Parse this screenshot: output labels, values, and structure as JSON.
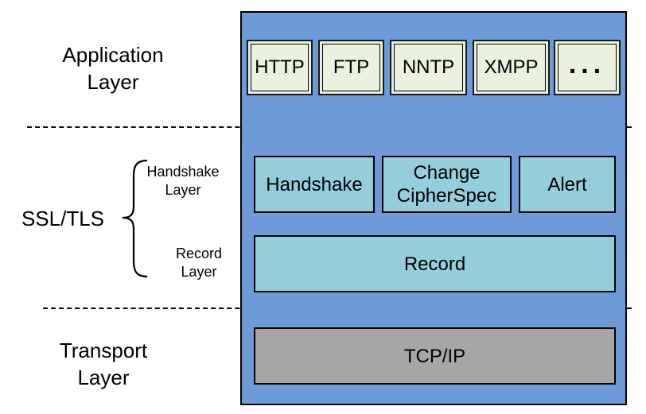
{
  "labels": {
    "application_layer": "Application\nLayer",
    "ssl_tls": "SSL/TLS",
    "handshake_layer": "Handshake\nLayer",
    "record_layer": "Record\nLayer",
    "transport_layer": "Transport\nLayer"
  },
  "application_protocols": [
    "HTTP",
    "FTP",
    "NNTP",
    "XMPP",
    "..."
  ],
  "ssl_protocols": {
    "handshake": "Handshake",
    "change_cipher_spec": "Change\nCipherSpec",
    "alert": "Alert",
    "record": "Record"
  },
  "transport": {
    "tcp_ip": "TCP/IP"
  },
  "colors": {
    "stack_background": "#6c9bd8",
    "application_box": "#eaf1df",
    "ssl_box": "#95cedb",
    "transport_box": "#a6a6a6"
  }
}
